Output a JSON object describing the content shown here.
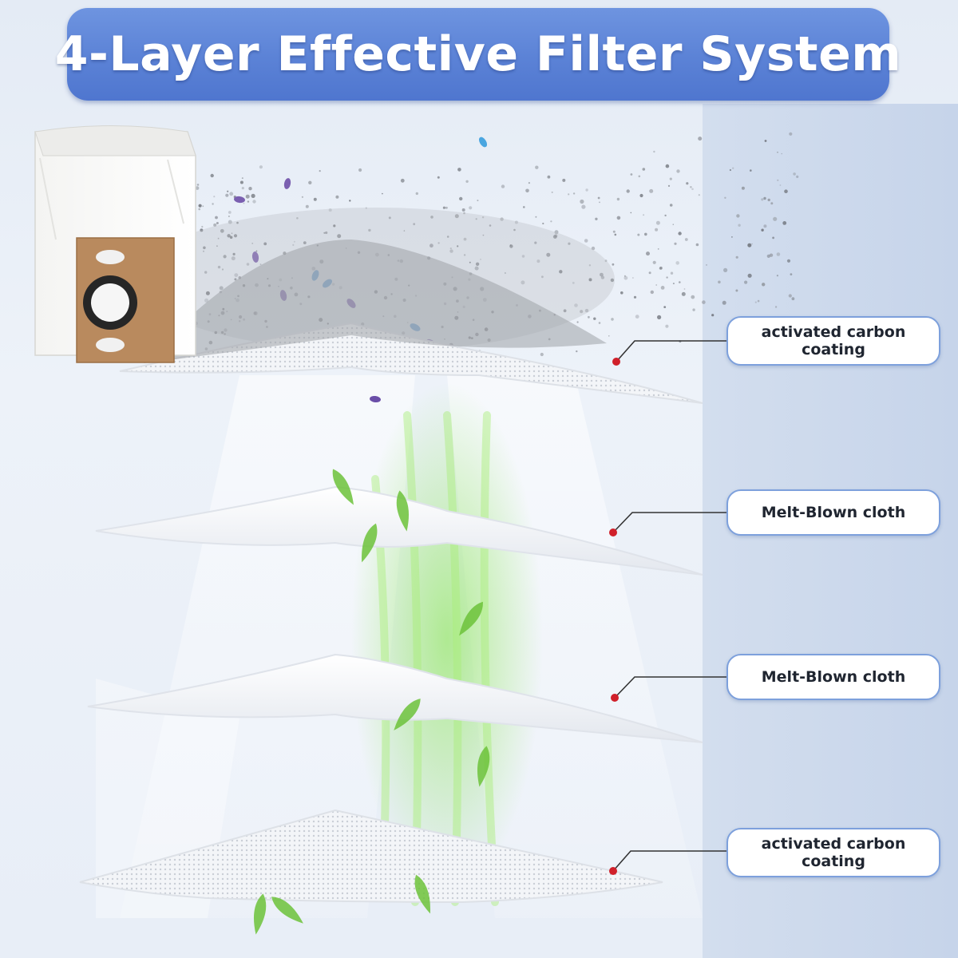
{
  "title": "4-Layer Effective Filter System",
  "layers": [
    {
      "label": "activated carbon\ncoating"
    },
    {
      "label": "Melt-Blown cloth"
    },
    {
      "label": "Melt-Blown cloth"
    },
    {
      "label": "activated carbon\ncoating"
    }
  ],
  "colors": {
    "banner": "#5b82d6",
    "label_border": "#7da0dc",
    "marker": "#d0202a",
    "airflow": "#8fe06a",
    "leaf": "#6cc23a",
    "bag_panel": "#b98a5e"
  }
}
